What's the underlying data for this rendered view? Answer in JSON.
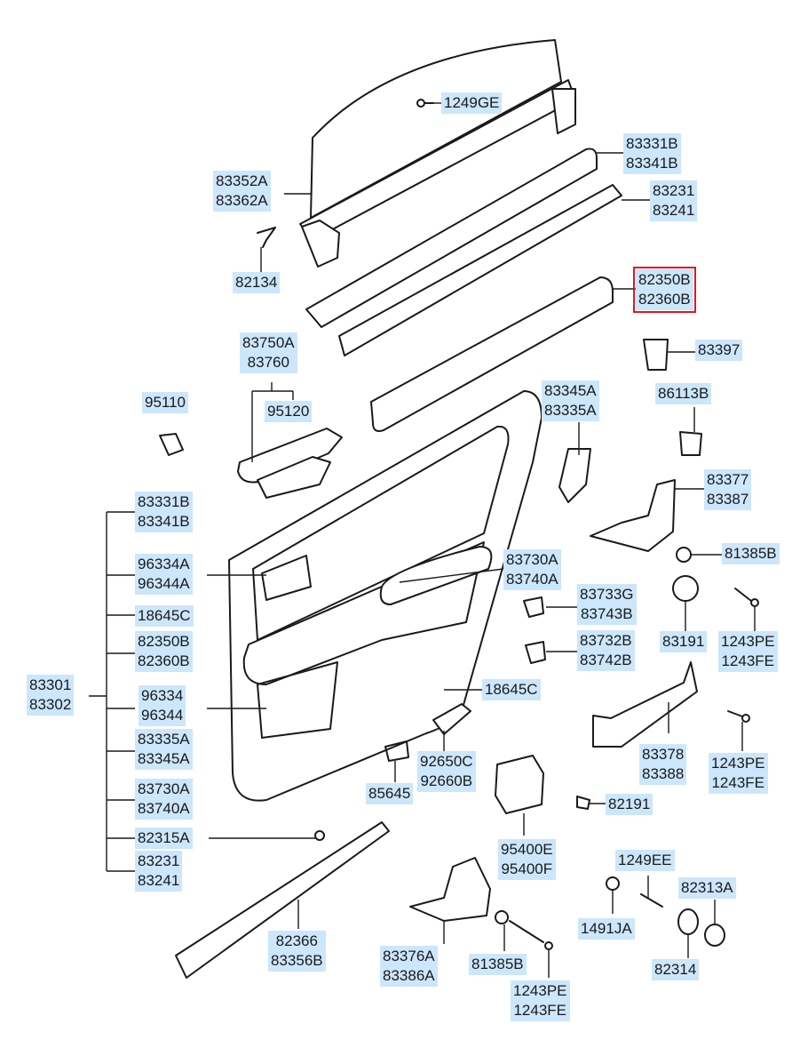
{
  "highlight_color": "#e4161c",
  "label_bg": "#cce6fb",
  "labels": {
    "l1249GE": [
      "1249GE"
    ],
    "l83331B_top": [
      "83331B",
      "83341B"
    ],
    "l83352A": [
      "83352A",
      "83362A"
    ],
    "l83231_top": [
      "83231",
      "83241"
    ],
    "l82134": [
      "82134"
    ],
    "l82350B_top": [
      "82350B",
      "82360B"
    ],
    "l83750A": [
      "83750A",
      "83760"
    ],
    "l83397": [
      "83397"
    ],
    "l95110": [
      "95110"
    ],
    "l95120": [
      "95120"
    ],
    "l83345A_top": [
      "83345A",
      "83335A"
    ],
    "l86113B": [
      "86113B"
    ],
    "l83377": [
      "83377",
      "83387"
    ],
    "l83331B_left": [
      "83331B",
      "83341B"
    ],
    "l81385B_right": [
      "81385B"
    ],
    "l96334A": [
      "96334A",
      "96344A"
    ],
    "l83730A_right": [
      "83730A",
      "83740A"
    ],
    "l83733G": [
      "83733G",
      "83743B"
    ],
    "l18645C_left": [
      "18645C"
    ],
    "l82350B_left": [
      "82350B",
      "82360B"
    ],
    "l83191": [
      "83191"
    ],
    "l1243PE_a": [
      "1243PE",
      "1243FE"
    ],
    "l83732B": [
      "83732B",
      "83742B"
    ],
    "l83301": [
      "83301",
      "83302"
    ],
    "l96334": [
      "96334",
      "96344"
    ],
    "l18645C_right": [
      "18645C"
    ],
    "l83335A_left": [
      "83335A",
      "83345A"
    ],
    "l92650C": [
      "92650C",
      "92660B"
    ],
    "l83378": [
      "83378",
      "83388"
    ],
    "l1243PE_b": [
      "1243PE",
      "1243FE"
    ],
    "l83730A_left": [
      "83730A",
      "83740A"
    ],
    "l85645": [
      "85645"
    ],
    "l82191": [
      "82191"
    ],
    "l82315A": [
      "82315A"
    ],
    "l95400E": [
      "95400E",
      "95400F"
    ],
    "l83231_left": [
      "83231",
      "83241"
    ],
    "l1249EE": [
      "1249EE"
    ],
    "l82313A": [
      "82313A"
    ],
    "l82366": [
      "82366",
      "83356B"
    ],
    "l83376A": [
      "83376A",
      "83386A"
    ],
    "l81385B_bottom": [
      "81385B"
    ],
    "l1491JA": [
      "1491JA"
    ],
    "l82314": [
      "82314"
    ],
    "l1243PE_c": [
      "1243PE",
      "1243FE"
    ]
  }
}
